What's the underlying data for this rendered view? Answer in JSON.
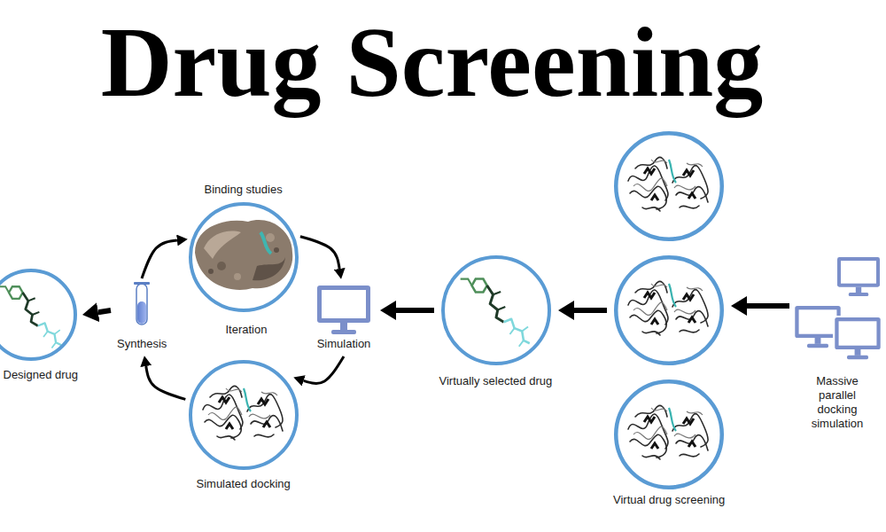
{
  "diagram": {
    "title": "Drug Screening",
    "nodes": [
      {
        "text": [
          "Designed drug"
        ]
      },
      {
        "text": [
          "Synthesis"
        ]
      },
      {
        "text": [
          "Binding studies"
        ]
      },
      {
        "text": [
          "Simulated docking"
        ]
      },
      {
        "text": [
          "Simulation"
        ]
      },
      {
        "text": [
          "Virtually selected drug"
        ]
      },
      {
        "text": [
          "Virtual drug screening"
        ]
      },
      {
        "text": [
          "Massive parallel docking simulation"
        ]
      }
    ],
    "edges": [
      {
        "from": 7,
        "to": 6,
        "arrow": "to"
      },
      {
        "from": 6,
        "to": 5,
        "arrow": "to"
      },
      {
        "from": 5,
        "to": 4,
        "arrow": "to"
      },
      {
        "from": 4,
        "to": 3,
        "arrow": "to"
      },
      {
        "from": 3,
        "to": 1,
        "arrow": "to"
      },
      {
        "from": 1,
        "to": 2,
        "arrow": "to"
      },
      {
        "from": 2,
        "to": 4,
        "arrow": "to"
      },
      {
        "from": 1,
        "to": 0,
        "arrow": "to"
      }
    ],
    "labels": [
      "Iteration"
    ]
  }
}
